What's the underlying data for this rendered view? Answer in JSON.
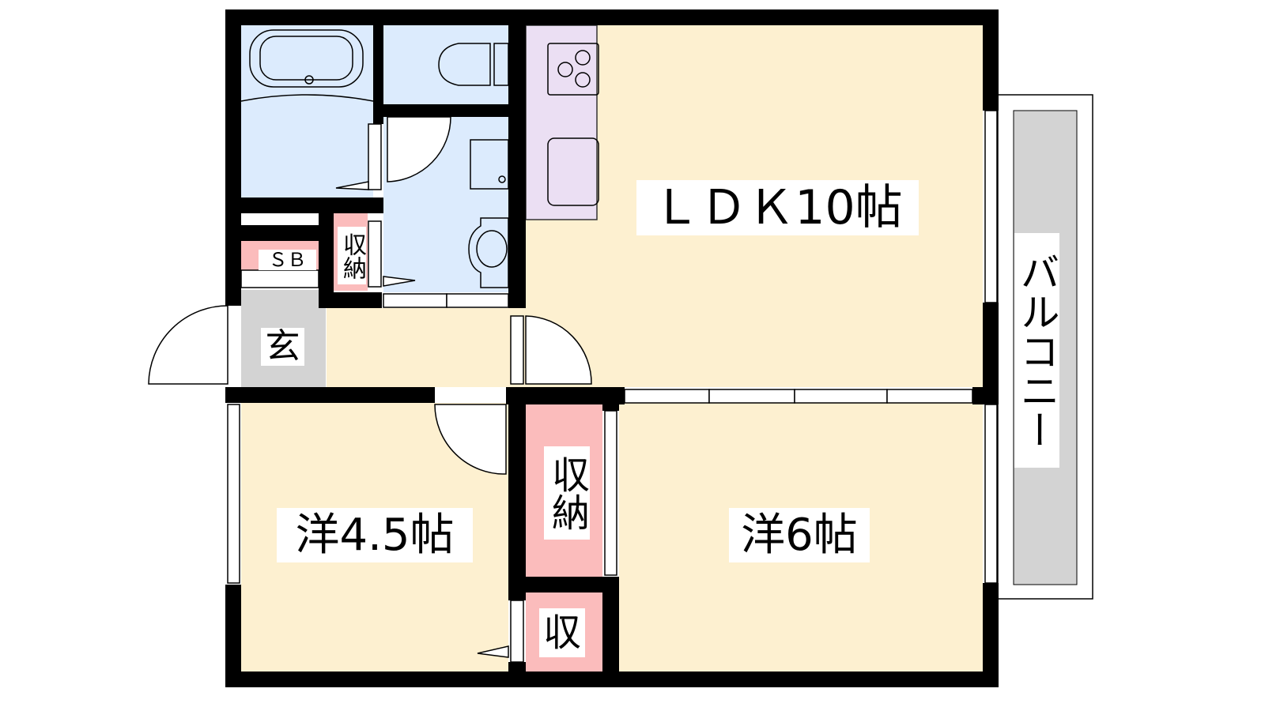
{
  "rooms": {
    "ldk": "ＬＤＫ10帖",
    "western_45": "洋4.5帖",
    "western_6": "洋6帖",
    "closet_main": "収納",
    "closet_small": "収",
    "closet_hall": "収納",
    "shoe_box": "ＳＢ",
    "entrance": "玄",
    "balcony": "バルコニー"
  },
  "colors": {
    "floor": "#fdf0d0",
    "wet_area": "#dcebfd",
    "kitchen": "#ebdff3",
    "storage": "#fbbcbc",
    "entrance": "#d3d3d3",
    "balcony": "#d3d3d3",
    "wall": "#000000"
  }
}
